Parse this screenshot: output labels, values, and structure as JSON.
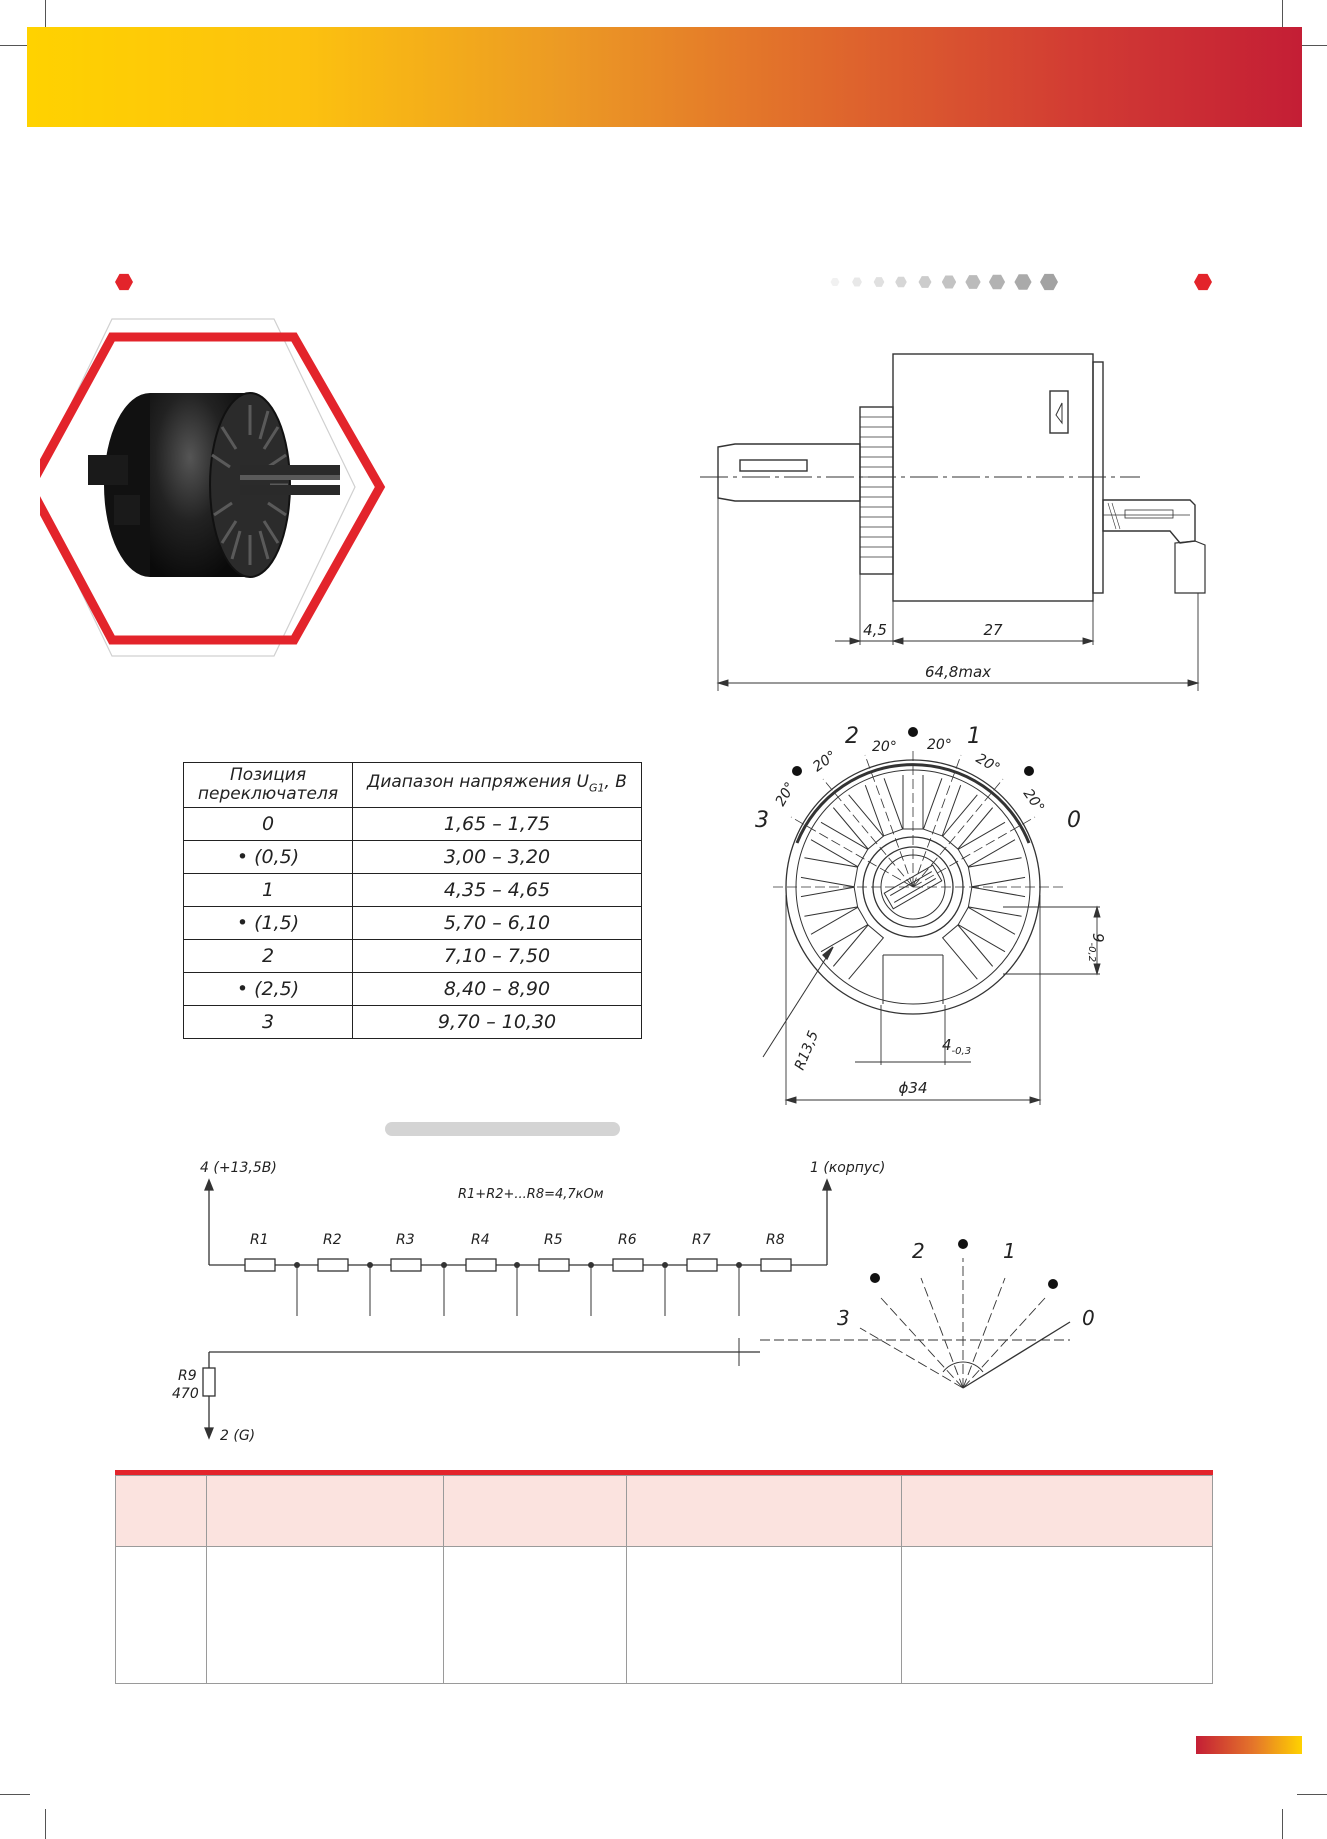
{
  "position_table": {
    "header_position": "Позиция переключателя",
    "header_range": "Диапазон напряжения U",
    "header_range_sub": "G1",
    "header_range_unit": ", В",
    "rows": [
      {
        "position": "0",
        "range": "1,65 – 1,75"
      },
      {
        "position": "• (0,5)",
        "range": "3,00 – 3,20"
      },
      {
        "position": "1",
        "range": "4,35 – 4,65"
      },
      {
        "position": "• (1,5)",
        "range": "5,70 – 6,10"
      },
      {
        "position": "2",
        "range": "7,10 – 7,50"
      },
      {
        "position": "• (2,5)",
        "range": "8,40 – 8,90"
      },
      {
        "position": "3",
        "range": "9,70 – 10,30"
      }
    ]
  },
  "side_drawing": {
    "dim_a": "4,5",
    "dim_b": "27",
    "dim_total": "64,8max"
  },
  "front_drawing": {
    "pos_labels": [
      "3",
      "2",
      "1",
      "0"
    ],
    "angle_label": "20°",
    "dim_height": "9",
    "dim_height_tol": "-0,2",
    "dim_radius": "R13,5",
    "dim_slot": "4",
    "dim_slot_tol": "-0,3",
    "dim_diameter": "ϕ34"
  },
  "schematic": {
    "supply_label": "4 (+13,5В)",
    "ground_label": "1 (корпус)",
    "sum_label": "R1+R2+...R8=4,7кОм",
    "resistors": [
      "R1",
      "R2",
      "R3",
      "R4",
      "R5",
      "R6",
      "R7",
      "R8"
    ],
    "r9_label": "R9",
    "r9_value": "470",
    "output_label": "2 (G)",
    "pos_labels": [
      "3",
      "2",
      "1",
      "0"
    ]
  },
  "colors": {
    "brand_red": "#e3242b",
    "banner_start": "#ffd200",
    "banner_end": "#c41e35",
    "table_header_fill": "#fbe3df"
  }
}
